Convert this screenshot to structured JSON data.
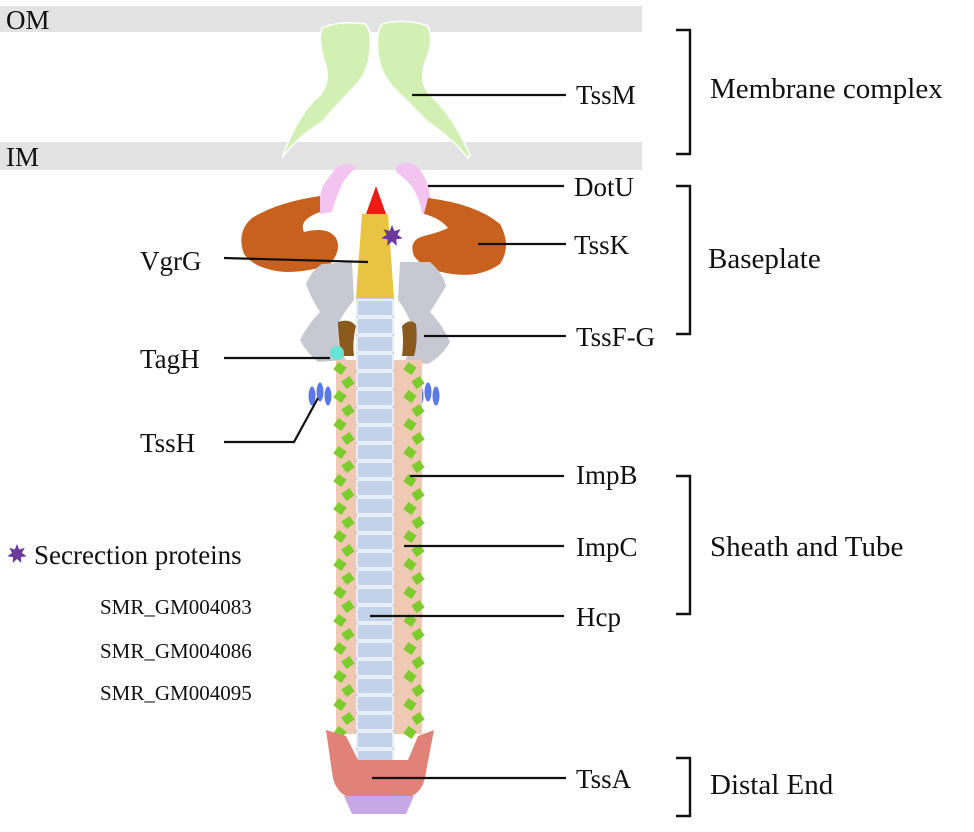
{
  "membranes": {
    "outer": "OM",
    "inner": "IM"
  },
  "components": {
    "tssm": "TssM",
    "dotu": "DotU",
    "tssk": "TssK",
    "vgrg": "VgrG",
    "tssfg": "TssF-G",
    "tagh": "TagH",
    "tssh": "TssH",
    "impb": "ImpB",
    "impc": "ImpC",
    "hcp": "Hcp",
    "tssa": "TssA"
  },
  "groups": {
    "membrane_complex": "Membrane complex",
    "baseplate": "Baseplate",
    "sheath_tube": "Sheath and Tube",
    "distal_end": "Distal End"
  },
  "legend": {
    "title": "Secrection proteins",
    "items": [
      "SMR_GM004083",
      "SMR_GM004086",
      "SMR_GM004095"
    ]
  },
  "colors": {
    "membrane": "#e3e3e3",
    "tssm": "#d3f0b4",
    "dotu": "#f2c4ef",
    "tssk": "#c8601e",
    "vgrg": "#e9c443",
    "vgrg_tip": "#ee1b14",
    "tssfg": "#c7c8d2",
    "tssfg_inner": "#8a5a1e",
    "tagh": "#66e4d6",
    "tssh": "#5c79e8",
    "sheath": "#f0c9b4",
    "sheath_beads": "#7ccc2e",
    "tube": "#c3d2eb",
    "tssa": "#e08278",
    "tssa_base": "#c6a8e6",
    "star": "#6b3a9c"
  }
}
